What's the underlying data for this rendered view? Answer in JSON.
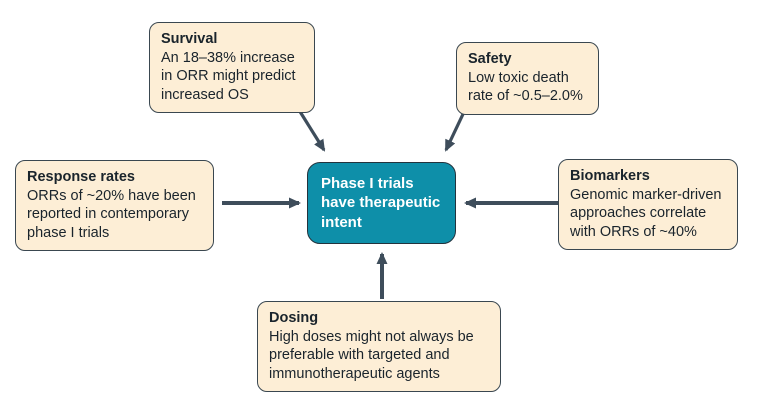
{
  "diagram": {
    "center": {
      "label": "Phase I trials\nhave therapeutic\nintent"
    },
    "nodes": [
      {
        "id": "survival",
        "title": "Survival",
        "body": "An 18–38% increase\nin ORR might predict\nincreased OS"
      },
      {
        "id": "safety",
        "title": "Safety",
        "body": "Low toxic death\nrate of ~0.5–2.0%"
      },
      {
        "id": "response-rates",
        "title": "Response rates",
        "body": "ORRs of ~20% have been\nreported in contemporary\nphase I trials"
      },
      {
        "id": "biomarkers",
        "title": "Biomarkers",
        "body": "Genomic marker-driven\napproaches correlate\nwith ORRs of ~40%"
      },
      {
        "id": "dosing",
        "title": "Dosing",
        "body": "High doses might not always be\npreferable with targeted and\nimmunotherapeutic agents"
      }
    ],
    "colors": {
      "node_fill": "#fdeed6",
      "node_border": "#3a4750",
      "center_fill": "#0e8fa9",
      "center_border": "#23333d",
      "center_text": "#ffffff",
      "arrow": "#3e4d5b",
      "text": "#1a242c"
    }
  }
}
